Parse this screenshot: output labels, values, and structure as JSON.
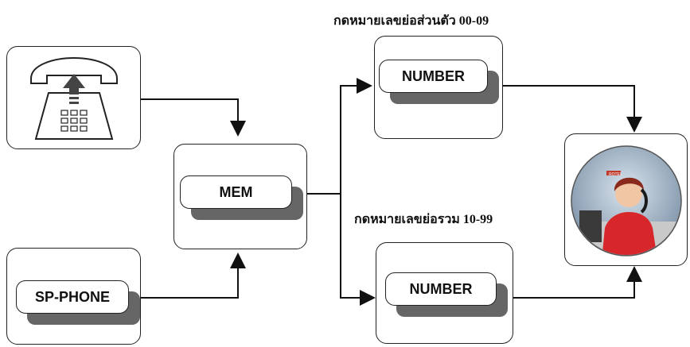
{
  "captions": {
    "top": "กดหมายเลขย่อส่วนตัว 00-09",
    "bottom": "กดหมายเลขย่อรวม 10-99"
  },
  "keys": {
    "mem": "MEM",
    "number_top": "NUMBER",
    "number_bottom": "NUMBER",
    "sp_phone": "SP-PHONE"
  },
  "icons": {
    "phone": "telephone-handset-lift-icon",
    "operator": "operator-woman-photo"
  }
}
